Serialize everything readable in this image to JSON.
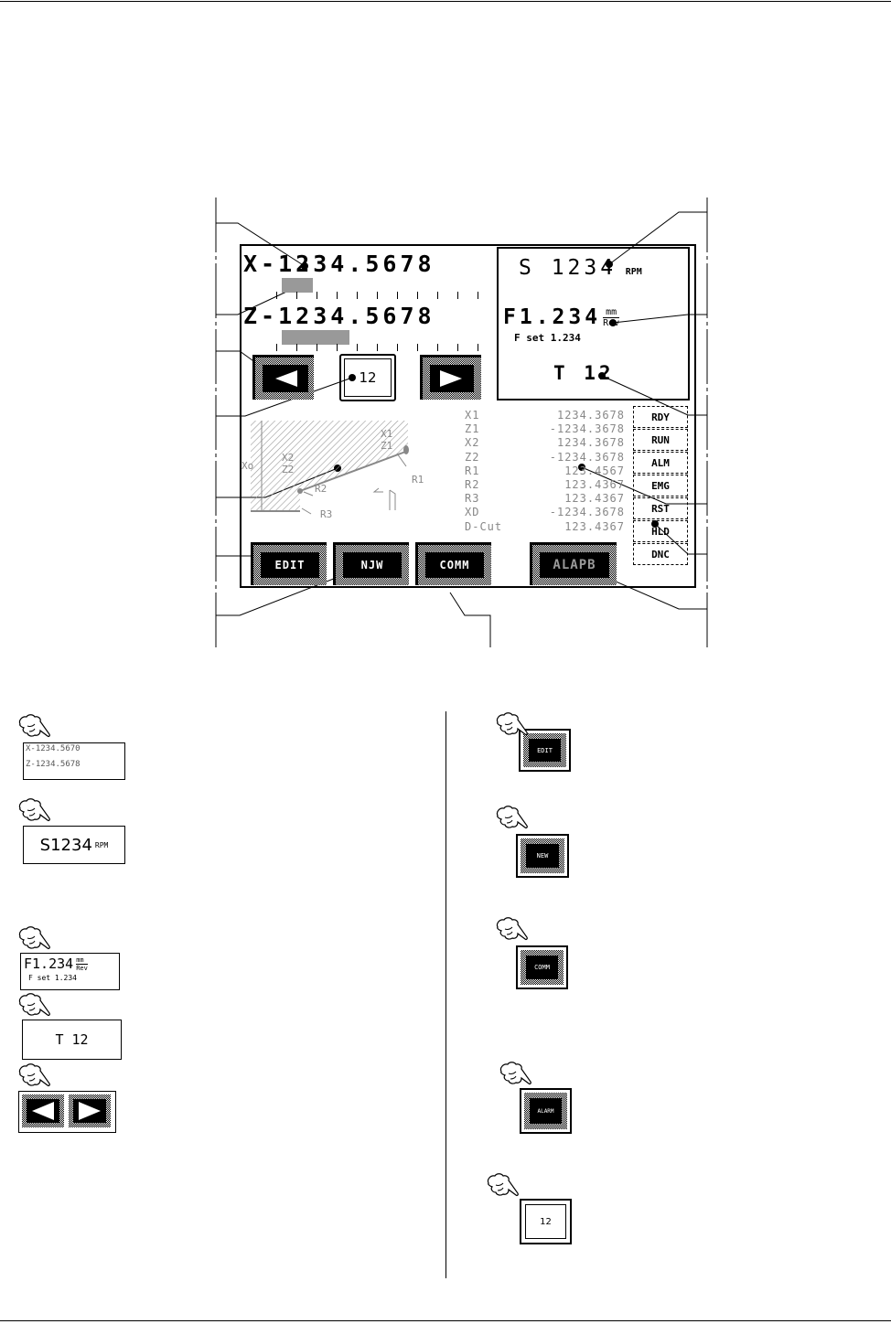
{
  "screen": {
    "x_position": "X-1234.5678",
    "z_position": "Z-1234.5678",
    "tool_prev_icon": "left-arrow",
    "tool_number_button": "12",
    "tool_next_icon": "right-arrow",
    "spindle": {
      "value": "S 1234",
      "unit": "RPM"
    },
    "feed": {
      "value": "F1.234",
      "unit_top": "mm",
      "unit_bottom": "Rev",
      "setpoint": "F set 1.234"
    },
    "tool": "T 12",
    "status": [
      "RDY",
      "RUN",
      "ALM",
      "EMG",
      "RST",
      "HLD",
      "DNC"
    ],
    "drawing_labels": {
      "xo": "Xo",
      "x1": "X1",
      "z1": "Z1",
      "x2": "X2",
      "z2": "Z2",
      "r1": "R1",
      "r2": "R2",
      "r3": "R3"
    },
    "params": [
      {
        "k": "X1",
        "v": "1234.3678"
      },
      {
        "k": "Z1",
        "v": "-1234.3678"
      },
      {
        "k": "X2",
        "v": "1234.3678"
      },
      {
        "k": "Z2",
        "v": "-1234.3678"
      },
      {
        "k": "R1",
        "v": "123.4567"
      },
      {
        "k": "R2",
        "v": "123.4367"
      },
      {
        "k": "R3",
        "v": "123.4367"
      },
      {
        "k": "XD",
        "v": "-1234.3678"
      },
      {
        "k": "D-Cut",
        "v": "123.4367"
      }
    ],
    "buttons": {
      "edit": "EDIT",
      "new": "NJW",
      "comm": "COMM",
      "alarm": "ALAPB"
    }
  },
  "legend_left": {
    "xz": {
      "x": "X-1234.5670",
      "z": "Z-1234.5678"
    },
    "spindle": {
      "value": "S1234",
      "unit": "RPM"
    },
    "feed": {
      "value": "F1.234",
      "unit_top": "mm",
      "unit_bottom": "Rev",
      "setpoint": "F set 1.234"
    },
    "tool": "T 12"
  },
  "legend_right": {
    "edit": "EDIT",
    "new": "NEW",
    "comm": "COMM",
    "alarm": "ALARM",
    "tool_button": "12"
  }
}
